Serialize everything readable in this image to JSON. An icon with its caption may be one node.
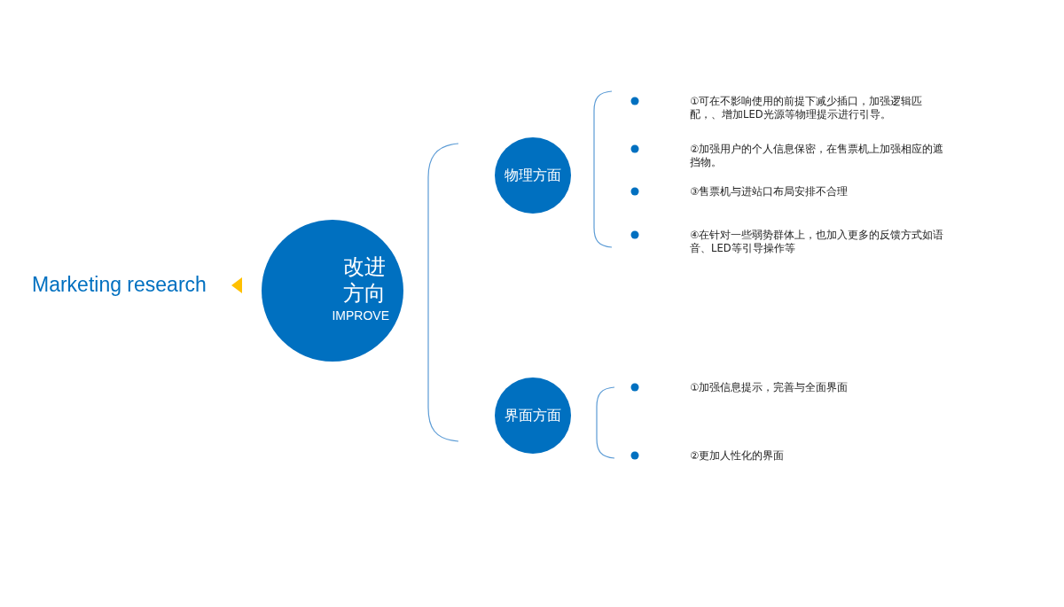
{
  "diagram": {
    "nodes": [
      {
        "text": [
          "改进方向",
          "IMPROVE"
        ]
      },
      {
        "text": [
          "物理方面"
        ]
      },
      {
        "text": [
          "界面方面"
        ]
      }
    ],
    "labels": [
      "Marketing research",
      "①可在不影响使用的前提下减少插口，加强逻辑匹配，、增加LED光源等物理提示进行引导。",
      "②加强用户的个人信息保密，在售票机上加强相应的遮挡物。",
      "③售票机与进站口布局安排不合理",
      "④在针对一些弱势群体上，也加入更多的反馈方式如语音、LED等引导操作等",
      "①加强信息提示，完善与全面界面",
      "②更加人性化的界面"
    ]
  }
}
